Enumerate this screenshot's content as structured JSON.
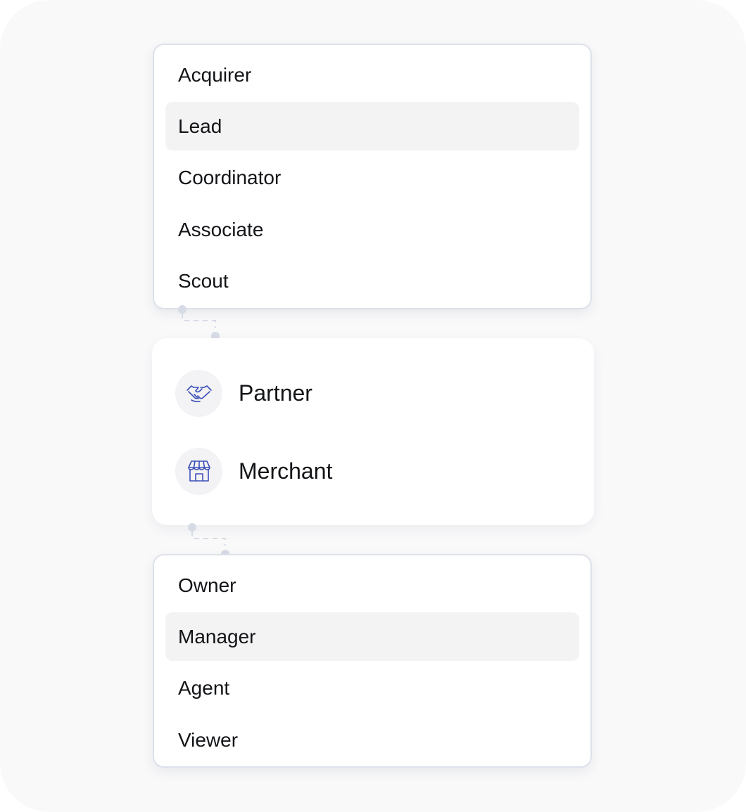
{
  "top_menu": {
    "items": [
      {
        "label": "Acquirer",
        "active": false
      },
      {
        "label": "Lead",
        "active": true
      },
      {
        "label": "Coordinator",
        "active": false
      },
      {
        "label": "Associate",
        "active": false
      },
      {
        "label": "Scout",
        "active": false
      }
    ]
  },
  "account_types": {
    "items": [
      {
        "label": "Partner",
        "icon": "handshake-icon"
      },
      {
        "label": "Merchant",
        "icon": "storefront-icon"
      }
    ]
  },
  "bottom_menu": {
    "items": [
      {
        "label": "Owner",
        "active": false
      },
      {
        "label": "Manager",
        "active": true
      },
      {
        "label": "Agent",
        "active": false
      },
      {
        "label": "Viewer",
        "active": false
      }
    ]
  },
  "colors": {
    "icon_stroke": "#3b4fb8",
    "active_row": "#f3f3f4",
    "connector": "#d7dbe6",
    "text": "#121417"
  }
}
